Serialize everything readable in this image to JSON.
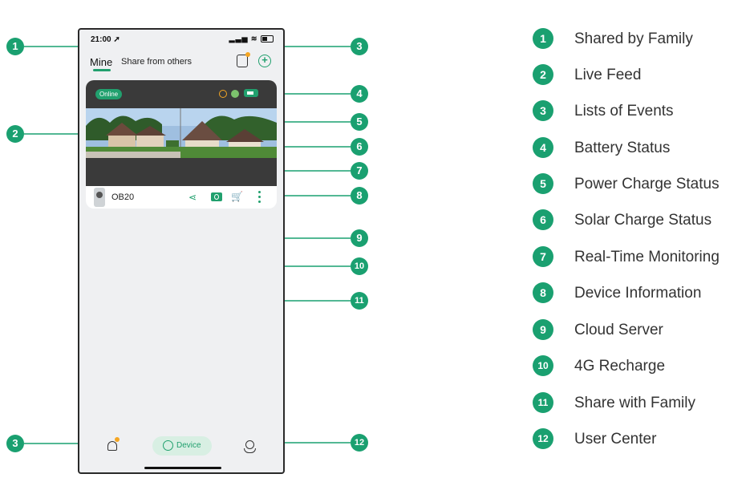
{
  "status_bar": {
    "time": "21:00 ➚",
    "signal": "▂▃▅ ≋"
  },
  "tabs": {
    "mine": "Mine",
    "share": "Share from others"
  },
  "device_card": {
    "online": "Online",
    "device_name": "OB20"
  },
  "bottom_nav": {
    "device_label": "Device"
  },
  "markers": [
    "1",
    "2",
    "3",
    "4",
    "5",
    "6",
    "7",
    "8",
    "9",
    "10",
    "11",
    "3",
    "12"
  ],
  "legend": [
    {
      "num": "1",
      "label": "Shared by Family"
    },
    {
      "num": "2",
      "label": "Live Feed"
    },
    {
      "num": "3",
      "label": "Lists of Events"
    },
    {
      "num": "4",
      "label": "Battery Status"
    },
    {
      "num": "5",
      "label": "Power Charge Status"
    },
    {
      "num": "6",
      "label": "Solar Charge Status"
    },
    {
      "num": "7",
      "label": "Real-Time Monitoring"
    },
    {
      "num": "8",
      "label": "Device Information"
    },
    {
      "num": "9",
      "label": "Cloud Server"
    },
    {
      "num": "10",
      "label": "4G Recharge"
    },
    {
      "num": "11",
      "label": "Share with Family"
    },
    {
      "num": "12",
      "label": "User Center"
    }
  ],
  "colors": {
    "accent": "#1aa070",
    "warning": "#f5a623",
    "screen_bg": "#eff0f2"
  },
  "icons": [
    "events-icon",
    "add-icon",
    "power-charge-icon",
    "solar-charge-icon",
    "battery-icon",
    "share-icon",
    "recharge-icon",
    "cloud-icon",
    "more-icon",
    "bell-icon",
    "device-icon",
    "user-icon"
  ]
}
